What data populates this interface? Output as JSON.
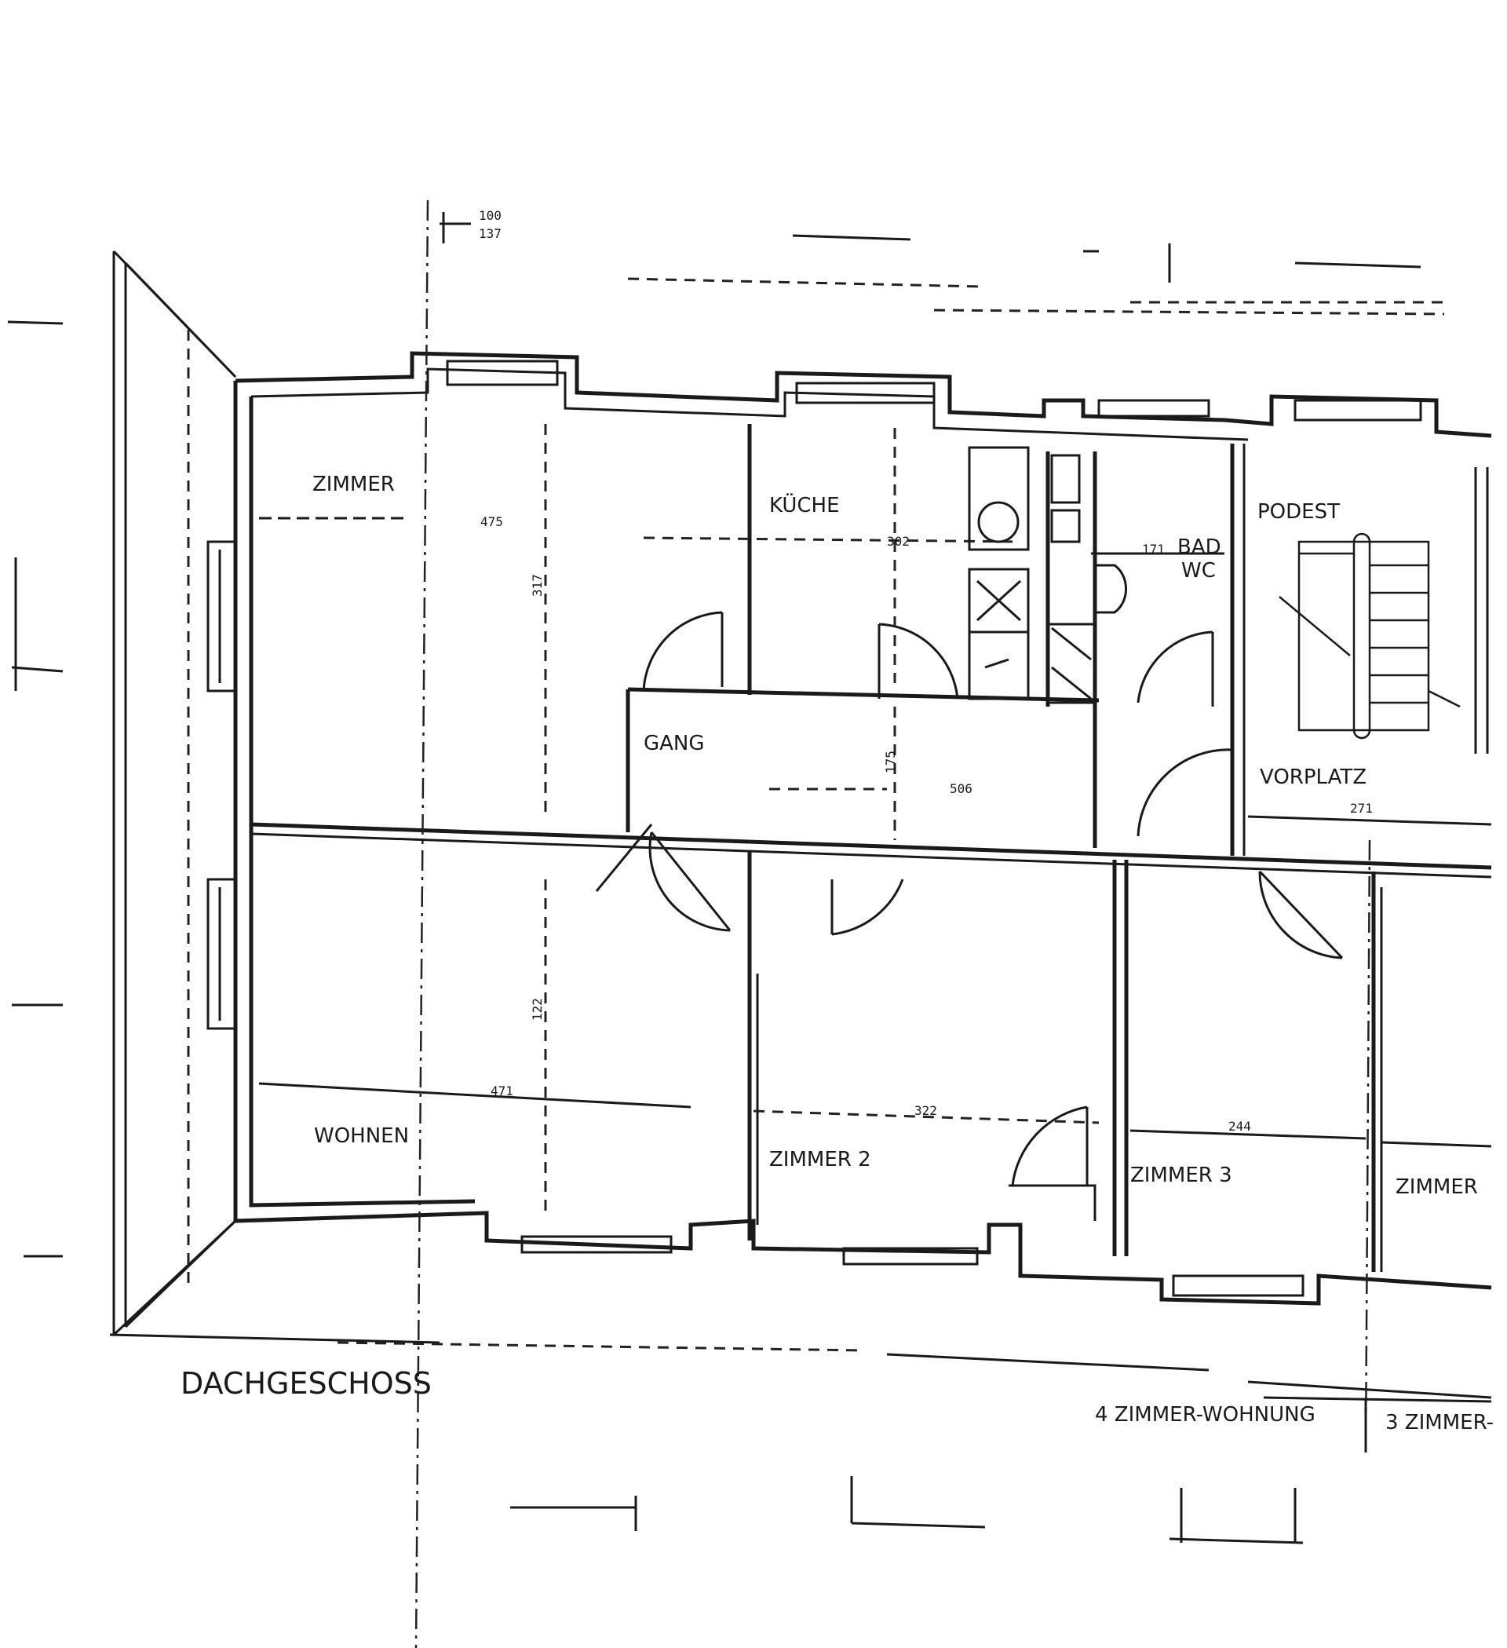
{
  "plan": {
    "floor_title": "DACHGESCHOSS",
    "units": [
      {
        "label": "4 ZIMMER-WOHNUNG"
      },
      {
        "label": "3 ZIMMER-"
      }
    ],
    "rooms": {
      "zimmer_1": "ZIMMER",
      "kueche": "KÜCHE",
      "bad_1": "BAD",
      "bad_2": "WC",
      "podest": "PODEST",
      "gang": "GANG",
      "vorplatz": "VORPLATZ",
      "wohnen": "WOHNEN",
      "zimmer_2": "ZIMMER 2",
      "zimmer_3": "ZIMMER 3",
      "zimmer_4": "ZIMMER"
    },
    "dimensions": {
      "zimmer_width": "475",
      "kueche_width": "302",
      "bad_width": "171",
      "gang_length": "506",
      "gang_height": "175",
      "vorplatz_width": "271",
      "wohnen_width": "471",
      "zimmer2_width": "322",
      "zimmer3_width": "244",
      "v_dim_1": "317",
      "v_dim_2": "122",
      "window_a_top": "100",
      "window_a_bottom": "137"
    }
  }
}
